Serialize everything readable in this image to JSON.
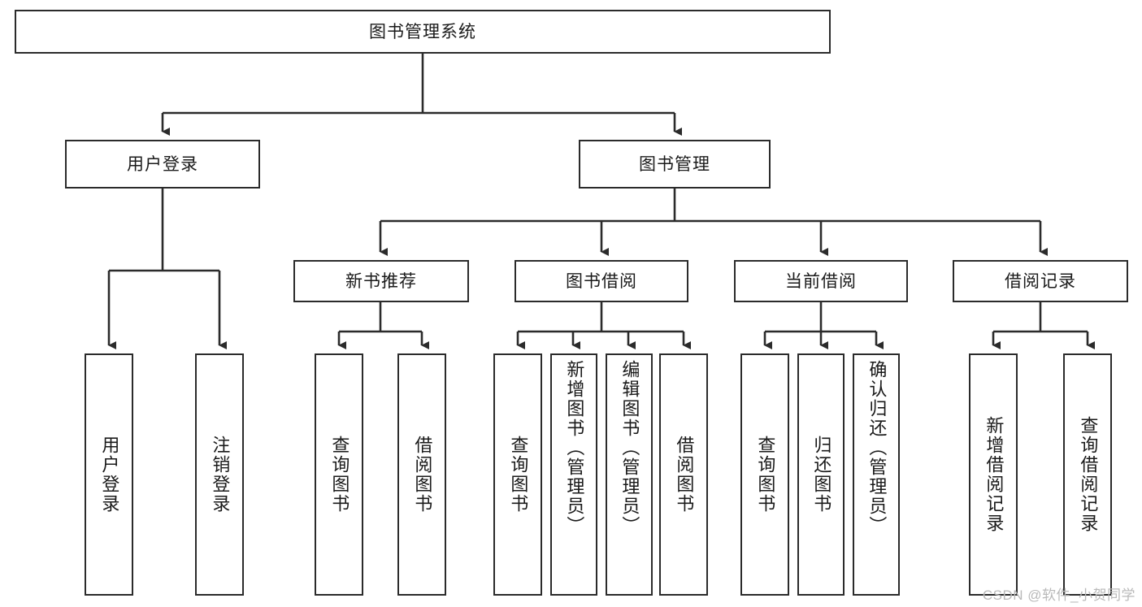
{
  "diagram": {
    "title": "图书管理系统",
    "watermark": "CSDN @软件_小贺同学",
    "colors": {
      "background": "#ffffff",
      "box_border": "#2b2b2b",
      "box_fill": "#ffffff",
      "text": "#1a1a1a",
      "connector": "#2b2b2b",
      "watermark": "#b9b9b9"
    },
    "root": {
      "label": "图书管理系统"
    },
    "level2": [
      {
        "label": "用户登录"
      },
      {
        "label": "图书管理"
      }
    ],
    "level3": [
      {
        "label": "新书推荐"
      },
      {
        "label": "图书借阅"
      },
      {
        "label": "当前借阅"
      },
      {
        "label": "借阅记录"
      }
    ],
    "leaves": {
      "user_login": [
        {
          "label": "用户登录"
        },
        {
          "label": "注销登录"
        }
      ],
      "new_book": [
        {
          "label": "查询图书"
        },
        {
          "label": "借阅图书"
        }
      ],
      "book_borrow": [
        {
          "label": "查询图书"
        },
        {
          "label": "新增图书（管理员）"
        },
        {
          "label": "编辑图书（管理员）"
        },
        {
          "label": "借阅图书"
        }
      ],
      "current_borrow": [
        {
          "label": "查询图书"
        },
        {
          "label": "归还图书"
        },
        {
          "label": "确认归还（管理员）"
        }
      ],
      "borrow_record": [
        {
          "label": "新增借阅记录"
        },
        {
          "label": "查询借阅记录"
        }
      ]
    }
  }
}
